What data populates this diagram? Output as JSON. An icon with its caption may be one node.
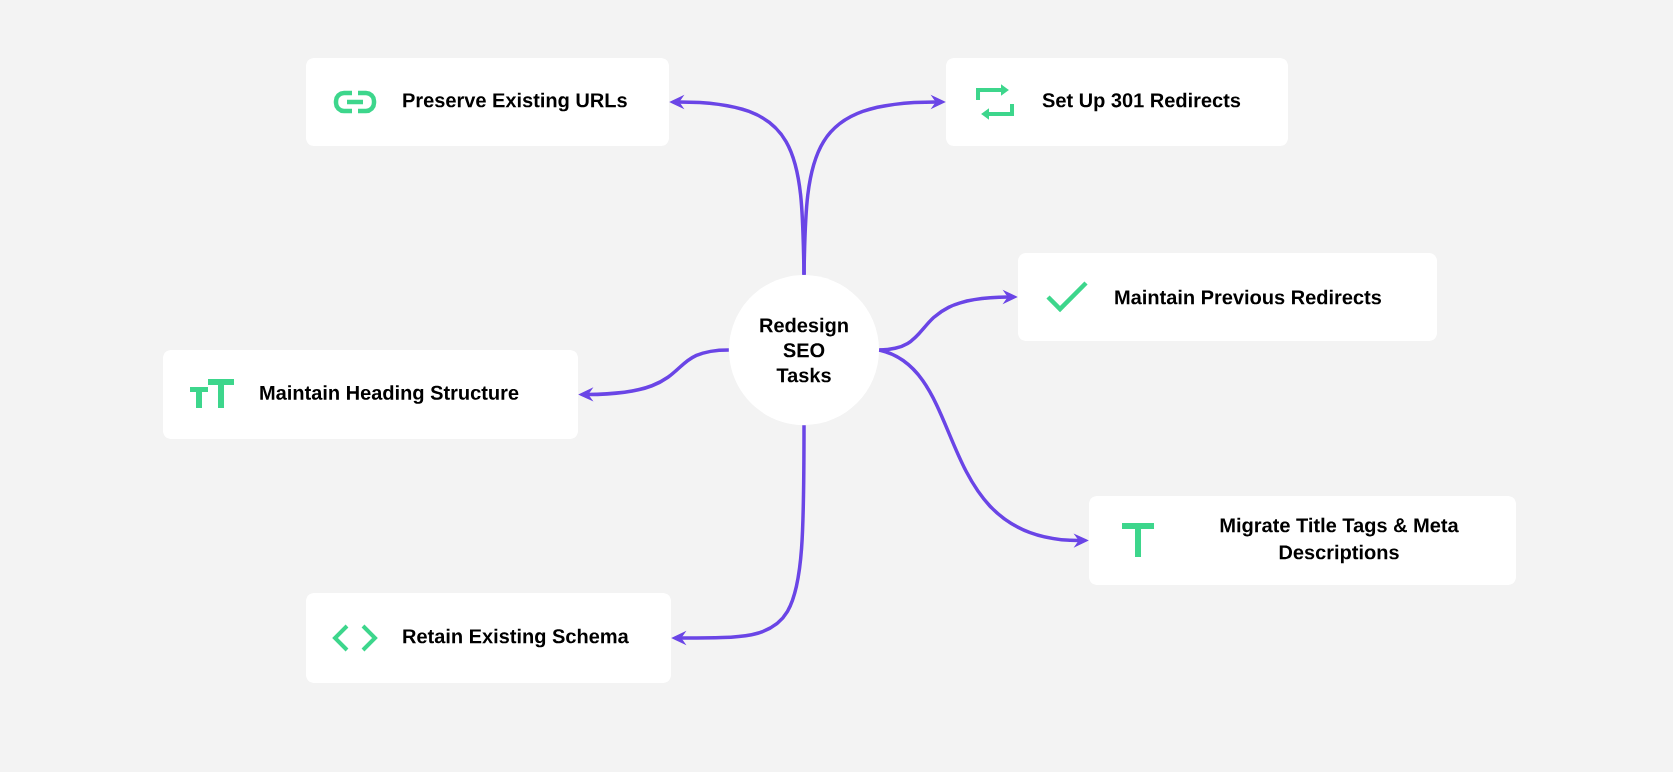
{
  "diagram": {
    "nodes": [
      {
        "text": [
          "Redesign SEO Tasks"
        ]
      },
      {
        "text": [
          "Preserve Existing URLs"
        ]
      },
      {
        "text": [
          "Set Up 301 Redirects"
        ]
      },
      {
        "text": [
          "Maintain Previous Redirects"
        ]
      },
      {
        "text": [
          "Maintain Heading Structure"
        ]
      },
      {
        "text": [
          "Migrate Title Tags & Meta Descriptions"
        ]
      },
      {
        "text": [
          "Retain Existing Schema"
        ]
      }
    ],
    "edges": [
      {
        "from": 0,
        "to": 1,
        "arrow": "to"
      },
      {
        "from": 0,
        "to": 2,
        "arrow": "to"
      },
      {
        "from": 0,
        "to": 3,
        "arrow": "to"
      },
      {
        "from": 0,
        "to": 4,
        "arrow": "to"
      },
      {
        "from": 0,
        "to": 5,
        "arrow": "to"
      },
      {
        "from": 0,
        "to": 6,
        "arrow": "to"
      }
    ]
  }
}
